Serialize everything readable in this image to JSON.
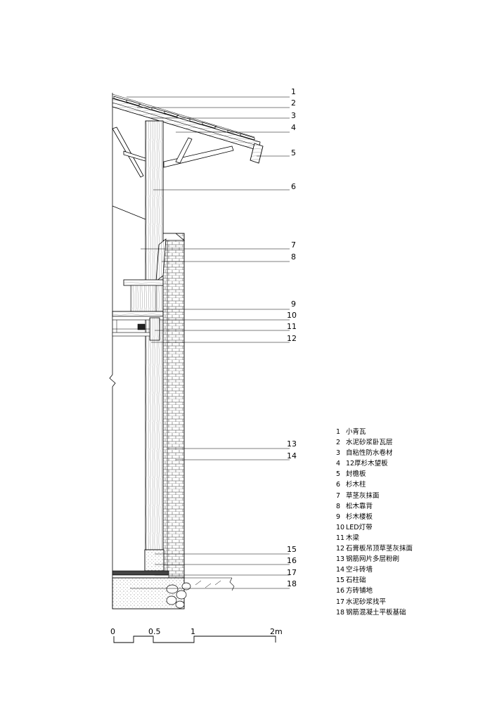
{
  "callouts": [
    "1",
    "2",
    "3",
    "4",
    "5",
    "6",
    "7",
    "8",
    "9",
    "10",
    "11",
    "12",
    "13",
    "14",
    "15",
    "16",
    "17",
    "18"
  ],
  "legend": [
    {
      "num": "1",
      "text": "小青瓦"
    },
    {
      "num": "2",
      "text": "水泥砂浆卧瓦层"
    },
    {
      "num": "3",
      "text": "自粘性防水卷材"
    },
    {
      "num": "4",
      "text": "12厚杉木望板"
    },
    {
      "num": "5",
      "text": "封檐板"
    },
    {
      "num": "6",
      "text": "杉木柱"
    },
    {
      "num": "7",
      "text": "草茎灰抹面"
    },
    {
      "num": "8",
      "text": "松木靠背"
    },
    {
      "num": "9",
      "text": "杉木楼板"
    },
    {
      "num": "10",
      "text": "LED灯带"
    },
    {
      "num": "11",
      "text": "木梁"
    },
    {
      "num": "12",
      "text": "石膏板吊顶草茎灰抹面"
    },
    {
      "num": "13",
      "text": "钢筋网片多层粉刷"
    },
    {
      "num": "14",
      "text": "空斗砖墙"
    },
    {
      "num": "15",
      "text": "石柱础"
    },
    {
      "num": "16",
      "text": "方砖铺地"
    },
    {
      "num": "17",
      "text": "水泥砂浆找平"
    },
    {
      "num": "18",
      "text": "钢筋混凝土平板基础"
    }
  ],
  "scale_bar": {
    "labels": [
      "0",
      "0.5",
      "1",
      "2m"
    ]
  }
}
